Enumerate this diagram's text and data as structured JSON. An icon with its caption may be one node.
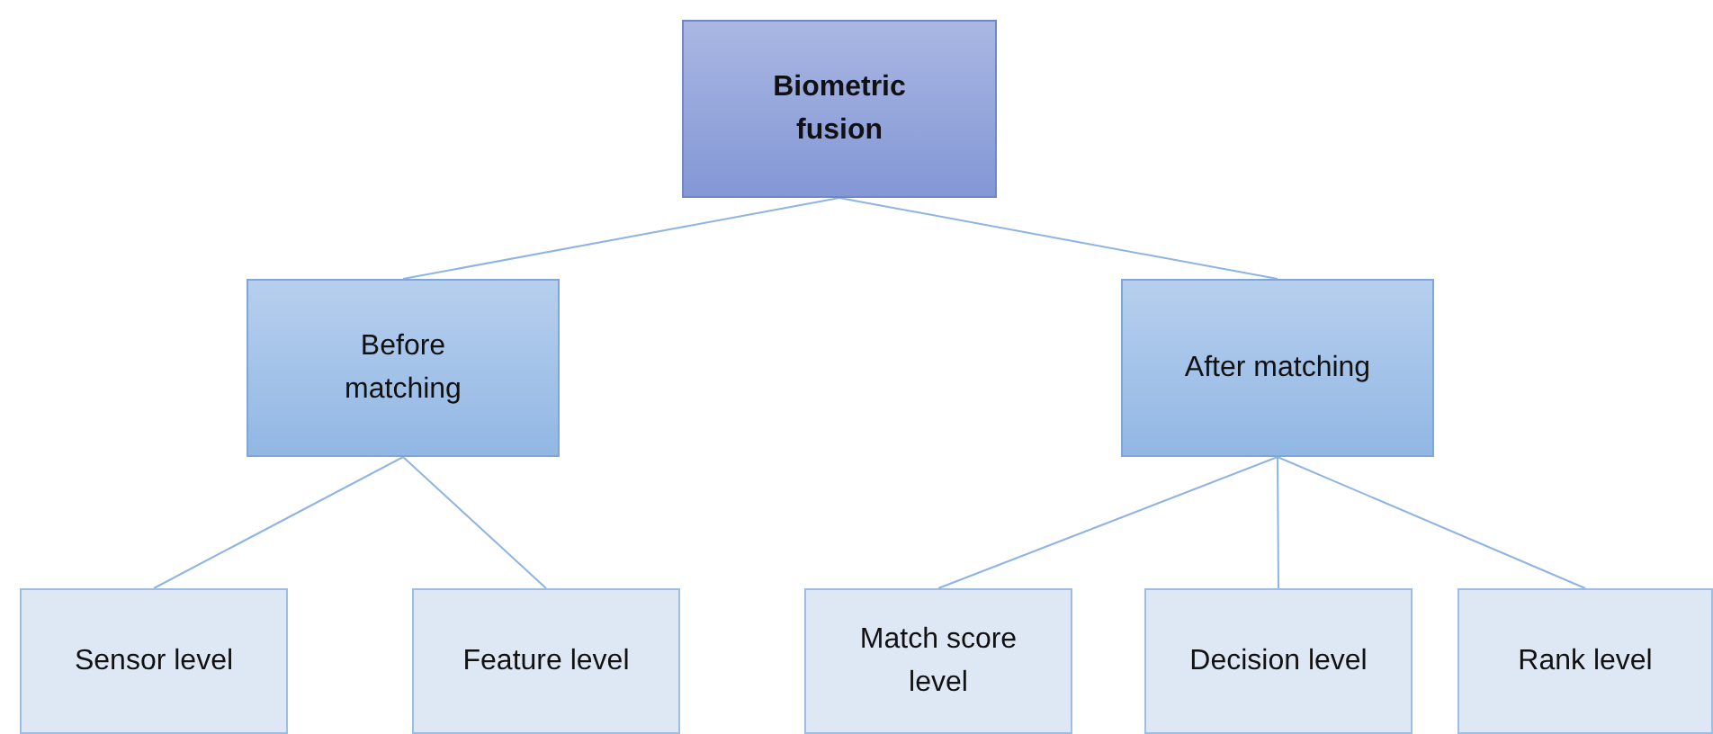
{
  "diagram": {
    "nodes": [
      {
        "text": [
          "Biometric fusion"
        ]
      },
      {
        "text": [
          "Before matching"
        ]
      },
      {
        "text": [
          "After matching"
        ]
      },
      {
        "text": [
          "Sensor level"
        ]
      },
      {
        "text": [
          "Feature level"
        ]
      },
      {
        "text": [
          "Match score level"
        ]
      },
      {
        "text": [
          "Decision level"
        ]
      },
      {
        "text": [
          "Rank level"
        ]
      }
    ],
    "edges": [
      {
        "from": 0,
        "to": 1,
        "arrow": "none"
      },
      {
        "from": 0,
        "to": 2,
        "arrow": "none"
      },
      {
        "from": 1,
        "to": 3,
        "arrow": "none"
      },
      {
        "from": 1,
        "to": 4,
        "arrow": "none"
      },
      {
        "from": 2,
        "to": 5,
        "arrow": "none"
      },
      {
        "from": 2,
        "to": 6,
        "arrow": "none"
      },
      {
        "from": 2,
        "to": 7,
        "arrow": "none"
      }
    ]
  }
}
